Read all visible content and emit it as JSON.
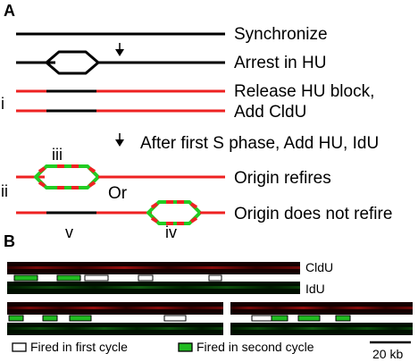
{
  "panel_a": {
    "label": "A",
    "steps": [
      {
        "text": "Synchronize"
      },
      {
        "text": "Arrest in HU"
      },
      {
        "text": "Release HU block,"
      },
      {
        "text": "Add CldU"
      },
      {
        "text": "After first S phase, Add HU, IdU"
      },
      {
        "text": "Origin refires"
      },
      {
        "text": "Origin does not refire"
      }
    ],
    "roman": {
      "i": "i",
      "ii": "ii",
      "iii": "iii",
      "iv": "iv",
      "v": "v"
    },
    "or_text": "Or"
  },
  "panel_b": {
    "label": "B",
    "channel_labels": [
      "CldU",
      "IdU"
    ],
    "legend": [
      {
        "text": "Fired in first cycle",
        "color": "#ffffff"
      },
      {
        "text": "Fired in second cycle",
        "color": "#22bb22"
      }
    ],
    "scale_bar": "20 kb"
  },
  "colors": {
    "red": "#ee2222",
    "green": "#22cc22",
    "black": "#000000",
    "fiber_red": "#3a0000",
    "fiber_green": "#002a00"
  }
}
